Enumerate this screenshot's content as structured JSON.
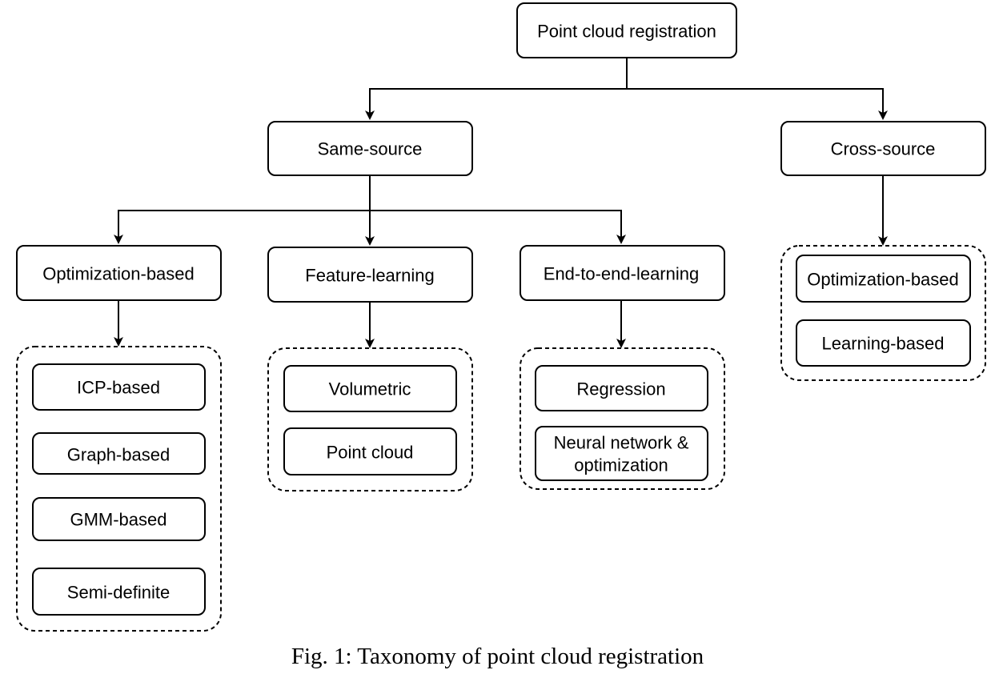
{
  "root": {
    "label": "Point cloud registration"
  },
  "level1": {
    "same_source": "Same-source",
    "cross_source": "Cross-source"
  },
  "level2": {
    "optimization_based": "Optimization-based",
    "feature_learning": "Feature-learning",
    "end_to_end_learning": "End-to-end-learning"
  },
  "optimization_group": [
    "ICP-based",
    "Graph-based",
    "GMM-based",
    "Semi-definite"
  ],
  "feature_group": [
    "Volumetric",
    "Point cloud"
  ],
  "end_to_end_group": {
    "regression": "Regression",
    "nn_line1": "Neural network &",
    "nn_line2": "optimization"
  },
  "cross_group": [
    "Optimization-based",
    "Learning-based"
  ],
  "caption": "Fig. 1: Taxonomy of point cloud registration",
  "colors": {
    "stroke": "#000000",
    "fill": "#ffffff",
    "text": "#000000"
  }
}
